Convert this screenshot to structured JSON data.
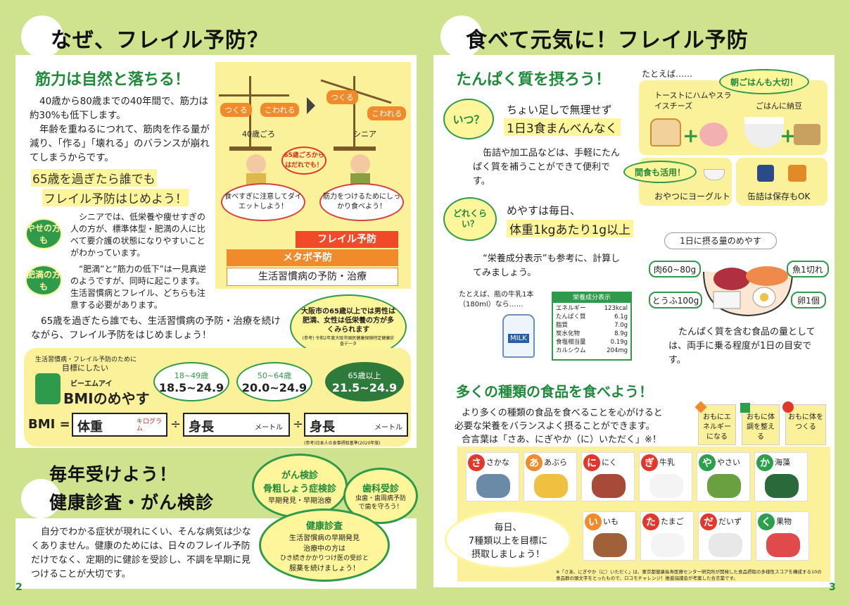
{
  "left": {
    "title": "なぜ、フレイル予防？",
    "muscle_heading": "筋力は自然と落ちる！",
    "muscle_para1": "40歳から80歳までの40年間で、筋力は約30%も低下します。",
    "muscle_para2": "年齢を重ねるにつれて、筋肉を作る量が減り、「作る」「壊れる」のバランスが崩れてしまうからです。",
    "scale_make": "つくる",
    "scale_break": "こわれる",
    "age_40": "40歳ごろ",
    "age_senior": "シニア",
    "bubble_65": "65歳ごろからはだれでも！",
    "speech_left": "食べすぎに注意してダイエットしよう！",
    "speech_right": "筋力をつけるためにしっかり食べよう！",
    "bar_frail": "フレイル予防",
    "bar_metabo": "メタボ予防",
    "bar_lifestyle": "生活習慣病の予防・治療",
    "start_line1": "65歳を過ぎたら誰でも",
    "start_line2": "フレイル予防はじめよう！",
    "thin_badge": "やせの方も",
    "thin_text": "シニアでは、低栄養や痩せすぎの人の方が、標準体型・肥満の人に比べて要介護の状態になりやすいことがわかっています。",
    "obese_badge": "肥満の方も",
    "obese_text": "“肥満”と“筋力の低下”は一見真逆のようですが、同時に起こります。生活習慣病とフレイル、どちらも注意する必要があります。",
    "osaka_note": "大阪市の65歳以上では男性は肥満、女性は低栄養の方が多くみられます",
    "osaka_source": "(参考) 令和2年度大阪市国民健康保険特定健康診査データ",
    "summary": "65歳を過ぎたら誰でも、生活習慣病の予防・治療を続けながら、フレイル予防をはじめましょう！",
    "bmi_pre": "生活習慣病・フレイル予防のために",
    "bmi_goal": "目標にしたい",
    "bmi_kana": "ビーエムアイ",
    "bmi_title": "BMIのめやす",
    "bmi_ranges": [
      {
        "age": "18~49歳",
        "range": "18.5~24.9"
      },
      {
        "age": "50~64歳",
        "range": "20.0~24.9"
      },
      {
        "age": "65歳以上",
        "range": "21.5~24.9"
      }
    ],
    "formula_bmi": "BMI =",
    "formula_weight": "体重",
    "formula_kg": "キログラム",
    "formula_div": "÷",
    "formula_height": "身長",
    "formula_m": "メートル",
    "bmi_source": "(参考)日本人の食事摂取基準(2020年版)",
    "checkup_title1": "毎年受けよう！",
    "checkup_title2": "健康診査・がん検診",
    "cancer_title": "がん検診",
    "osteo_title": "骨粗しょう症検診",
    "cancer_sub": "早期発見・早期治療",
    "dental_title": "歯科受診",
    "dental_sub": "虫歯・歯周病予防で歯を守ろう！",
    "health_title": "健康診査",
    "health_sub1": "生活習慣病の早期発見",
    "health_sub2": "治療中の方は",
    "health_sub3": "ひき続きかかりつけ医の受診と",
    "health_sub4": "服薬を続けましょう！",
    "checkup_text": "自分でわかる症状が現れにくい、そんな病気は少なくありません。健康のためには、日々のフレイル予防だけでなく、定期的に健診を受診し、不調を早期に見つけることが大切です。",
    "page": "2"
  },
  "right": {
    "title": "食べて元気に！フレイル予防",
    "protein_heading": "たんぱく質を摂ろう！",
    "when_badge": "いつ？",
    "when_line1": "ちょい足しで無理せず",
    "when_line2": "1日3食まんべんなく",
    "when_text": "缶詰や加工品などは、手軽にたんぱく質を補うことができて便利です。",
    "example": "たとえば……",
    "breakfast_badge": "朝ごはんも大切！",
    "toast_label": "トーストにハムやスライスチーズ",
    "rice_label": "ごはんに納豆",
    "snack_badge": "間食も活用！",
    "yogurt_label": "おやつにヨーグルト",
    "canned_label": "缶詰は保存もOK",
    "amount_badge": "どれくらい？",
    "amount_line1": "めやすは毎日、",
    "amount_line2": "体重1kgあたり1g以上",
    "amount_text": "“栄養成分表示”も参考に、計算してみましょう。",
    "milk_note": "たとえば、瓶の牛乳1本（180ml）なら……",
    "milk_label": "MILK",
    "nutrition_title": "栄養成分表示",
    "nutrition": [
      {
        "k": "エネルギー",
        "v": "123kcal"
      },
      {
        "k": "たんぱく質",
        "v": "6.1g"
      },
      {
        "k": "脂質",
        "v": "7.0g"
      },
      {
        "k": "炭水化物",
        "v": "8.9g"
      },
      {
        "k": "食塩相当量",
        "v": "0.19g"
      },
      {
        "k": "カルシウム",
        "v": "204mg"
      }
    ],
    "daily_amount": "1日に摂る量のめやす",
    "meat": "肉60~80g",
    "fish": "魚1切れ",
    "tofu": "とうふ100g",
    "egg": "卵1個",
    "hand_text": "たんぱく質を含む食品の量としては、両手に乗る程度が1日の目安です。",
    "variety_heading": "多くの種類の食品を食べよう！",
    "variety_text1": "より多くの種類の食品を食べることを心がけると",
    "variety_text2": "必要な栄養をバランスよく摂ることができます。",
    "variety_text3": "合言葉は「さあ、にぎやか（に）いただく」※！",
    "legend": [
      {
        "label": "おもにエネルギーになる",
        "color": "#f08a2a"
      },
      {
        "label": "おもに体調を整える",
        "color": "#2aa04a"
      },
      {
        "label": "おもに体をつくる",
        "color": "#e0392b"
      }
    ],
    "foods_row1": [
      {
        "ch": "さ",
        "name": "さかな",
        "color": "#e0392b"
      },
      {
        "ch": "あ",
        "name": "あぶら",
        "color": "#f08a2a"
      },
      {
        "ch": "に",
        "name": "にく",
        "color": "#e0392b"
      },
      {
        "ch": "ぎ",
        "name": "牛乳",
        "color": "#e0392b"
      },
      {
        "ch": "や",
        "name": "やさい",
        "color": "#2aa04a"
      },
      {
        "ch": "か",
        "name": "海藻",
        "color": "#2aa04a"
      }
    ],
    "foods_row2": [
      {
        "ch": "い",
        "name": "いも",
        "color": "#f08a2a"
      },
      {
        "ch": "た",
        "name": "たまご",
        "color": "#e0392b"
      },
      {
        "ch": "だ",
        "name": "だいず",
        "color": "#e0392b"
      },
      {
        "ch": "く",
        "name": "果物",
        "color": "#2aa04a"
      }
    ],
    "daily_goal1": "毎日、",
    "daily_goal2": "7種類以上を目標に",
    "daily_goal3": "摂取しましょう！",
    "footnote": "※「さあ、にぎやか（に）いただく」は、東京都健康長寿医療センター研究所が開発した食品摂取の多様性スコアを構成する10の食品群の頭文字をとったもので、ロコモチャレンジ！推進協議会が考案した合言葉です。",
    "page": "3"
  }
}
